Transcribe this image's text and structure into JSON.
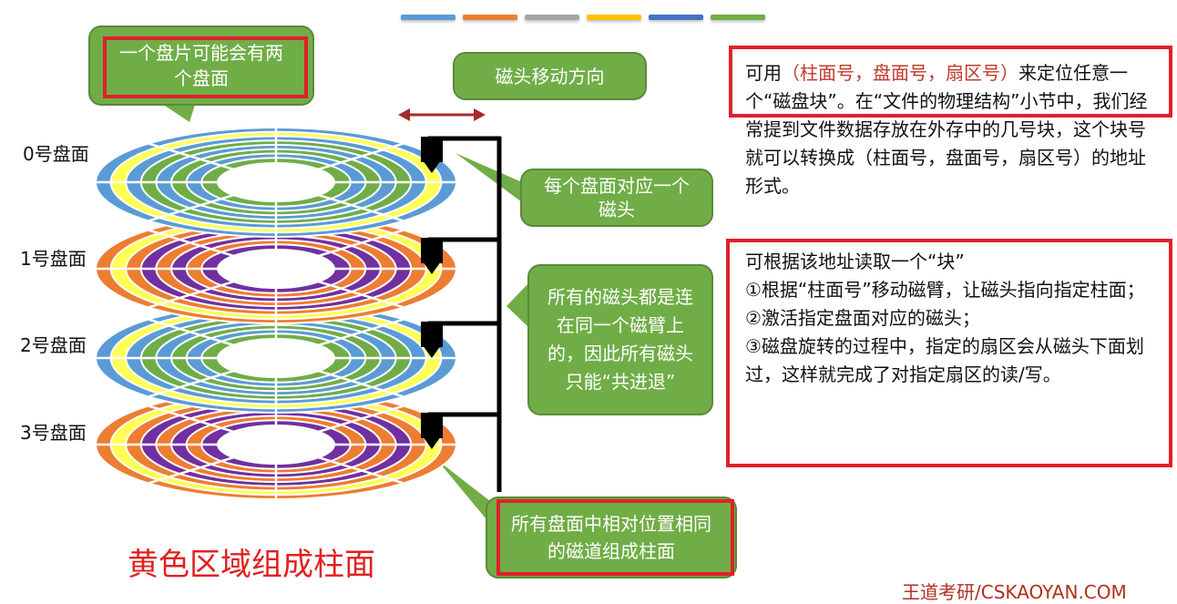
{
  "title_bars": [
    "#5b9bd5",
    "#ed7d31",
    "#a5a5a5",
    "#ffc000",
    "#4472c4",
    "#70ad47"
  ],
  "platters": [
    {
      "label": "0号盘面",
      "outer": "#5b9bd5",
      "inner": "#70ad47",
      "band": "#ffff55"
    },
    {
      "label": "1号盘面",
      "outer": "#ed7d31",
      "inner": "#7030a0",
      "band": "#ffff55"
    },
    {
      "label": "2号盘面",
      "outer": "#5b9bd5",
      "inner": "#70ad47",
      "band": "#ffff55"
    },
    {
      "label": "3号盘面",
      "outer": "#ed7d31",
      "inner": "#7030a0",
      "band": "#ffff55"
    }
  ],
  "callouts": {
    "two_sides": "一个盘片可能会有两个盘面",
    "head_direction": "磁头移动方向",
    "one_head_per_side": "每个盘面对应一个磁头",
    "shared_arm": "所有的磁头都是连在同一个磁臂上的，因此所有磁头只能“共进退”",
    "cylinder_def": "所有盘面中相对位置相同的磁道组成柱面"
  },
  "yellow_caption": "黄色区域组成柱面",
  "right_text_1": {
    "prefix": "可用",
    "highlight": "（柱面号，盘面号，扇区号）",
    "rest": "来定位任意一个“磁盘块”。在“文件的物理结构”小节中，我们经常提到文件数据存放在外存中的几号块，这个块号就可以转换成（柱面号，盘面号，扇区号）的地址形式。"
  },
  "right_text_2": {
    "lines": [
      "可根据该地址读取一个“块”",
      "①根据“柱面号”移动磁臂，让磁头指向指定柱面；",
      "②激活指定盘面对应的磁头；",
      "③磁盘旋转的过程中，指定的扇区会从磁头下面划过，这样就完成了对指定扇区的读/写。"
    ]
  },
  "watermark": "王道考研/CSKAOYAN.COM"
}
